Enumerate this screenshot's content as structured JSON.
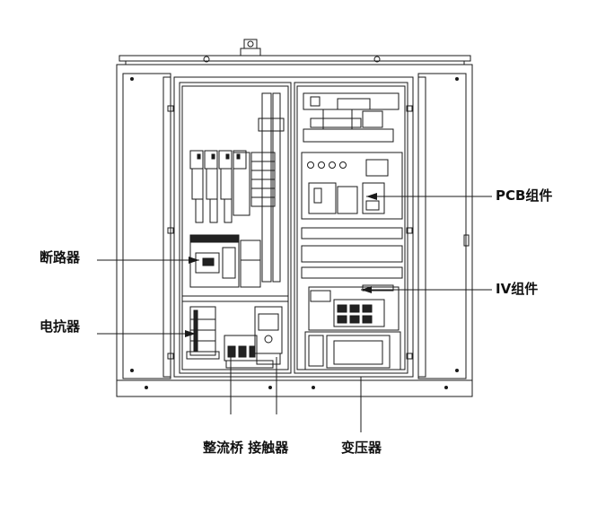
{
  "labels": {
    "pcb": "PCB组件",
    "breaker": "断路器",
    "iv": "IV组件",
    "reactor": "电抗器",
    "rectifier_contactor": "整流桥 接触器",
    "transformer": "变压器"
  },
  "colors": {
    "line": "#1a1a1a",
    "fill_dark": "#222222",
    "fill_light": "#ffffff",
    "fill_grey": "#bdbdbd"
  }
}
